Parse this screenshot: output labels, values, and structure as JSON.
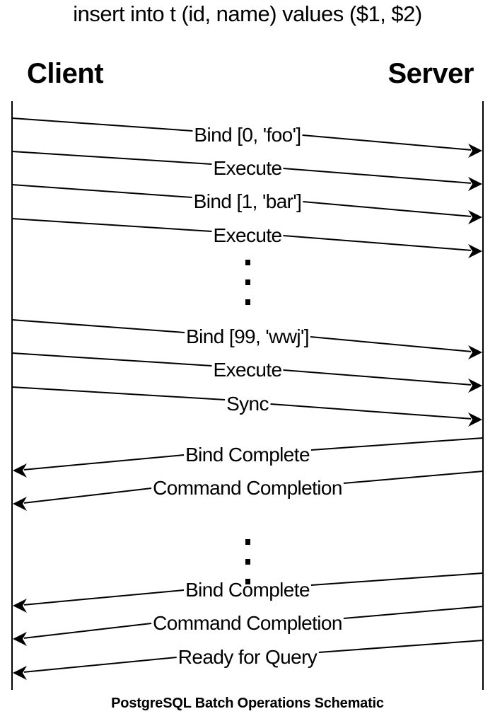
{
  "title": "insert into t (id, name) values ($1, $2)",
  "actors": {
    "client": "Client",
    "server": "Server"
  },
  "caption": "PostgreSQL Batch Operations Schematic",
  "messages": [
    {
      "label": "Bind [0, 'foo']",
      "direction": "client-to-server"
    },
    {
      "label": "Execute",
      "direction": "client-to-server"
    },
    {
      "label": "Bind [1, 'bar']",
      "direction": "client-to-server"
    },
    {
      "label": "Execute",
      "direction": "client-to-server"
    },
    {
      "ellipsis": true
    },
    {
      "label": "Bind [99, 'wwj']",
      "direction": "client-to-server"
    },
    {
      "label": "Execute",
      "direction": "client-to-server"
    },
    {
      "label": "Sync",
      "direction": "client-to-server"
    },
    {
      "label": "Bind Complete",
      "direction": "server-to-client"
    },
    {
      "label": "Command Completion",
      "direction": "server-to-client"
    },
    {
      "ellipsis": true
    },
    {
      "label": "Bind Complete",
      "direction": "server-to-client"
    },
    {
      "label": "Command Completion",
      "direction": "server-to-client"
    },
    {
      "label": "Ready for Query",
      "direction": "server-to-client"
    }
  ]
}
